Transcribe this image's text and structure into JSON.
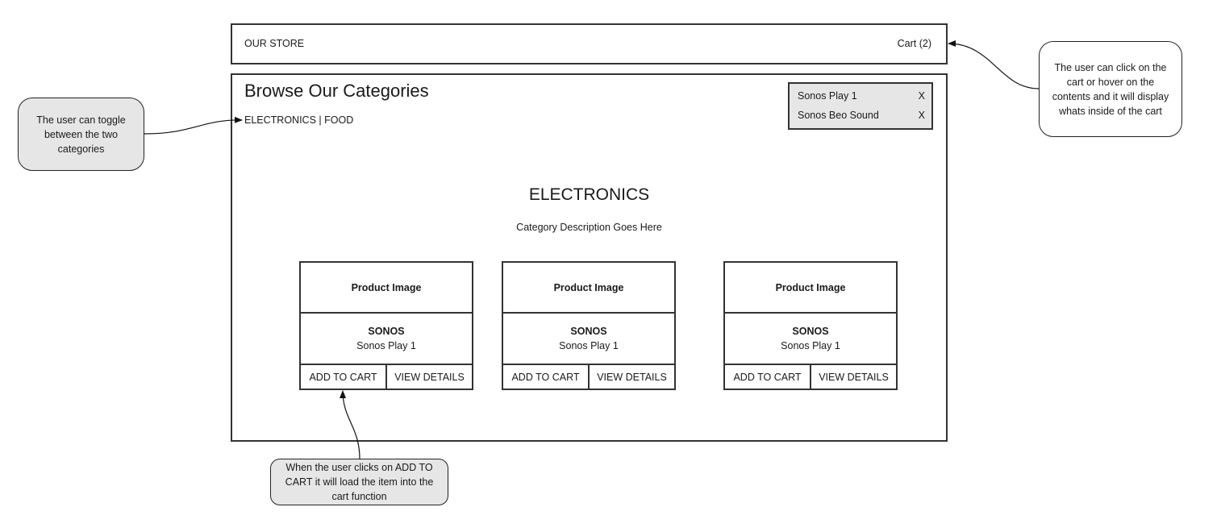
{
  "header": {
    "store_name": "OUR STORE",
    "cart_label": "Cart (2)"
  },
  "main": {
    "heading": "Browse Our Categories",
    "categories": [
      {
        "label": "ELECTRONICS"
      },
      {
        "label": "FOOD"
      }
    ],
    "category_separator": " | ",
    "cart_popover": {
      "items": [
        {
          "name": "Sonos Play 1",
          "remove_label": "X"
        },
        {
          "name": "Sonos Beo Sound",
          "remove_label": "X"
        }
      ]
    },
    "section": {
      "title": "ELECTRONICS",
      "description": "Category Description Goes Here"
    },
    "products": [
      {
        "image_label": "Product Image",
        "brand": "SONOS",
        "name": "Sonos Play 1",
        "add_label": "ADD TO CART",
        "details_label": "VIEW DETAILS"
      },
      {
        "image_label": "Product Image",
        "brand": "SONOS",
        "name": "Sonos Play 1",
        "add_label": "ADD TO CART",
        "details_label": "VIEW DETAILS"
      },
      {
        "image_label": "Product Image",
        "brand": "SONOS",
        "name": "Sonos Play 1",
        "add_label": "ADD TO CART",
        "details_label": "VIEW DETAILS"
      }
    ]
  },
  "annotations": {
    "categories_note": "The user can toggle between the two categories",
    "cart_note": "The user can click on the cart or hover on the contents and it will display whats inside of the cart",
    "add_to_cart_note": "When the user clicks on ADD TO CART it will load the item into the cart function"
  }
}
